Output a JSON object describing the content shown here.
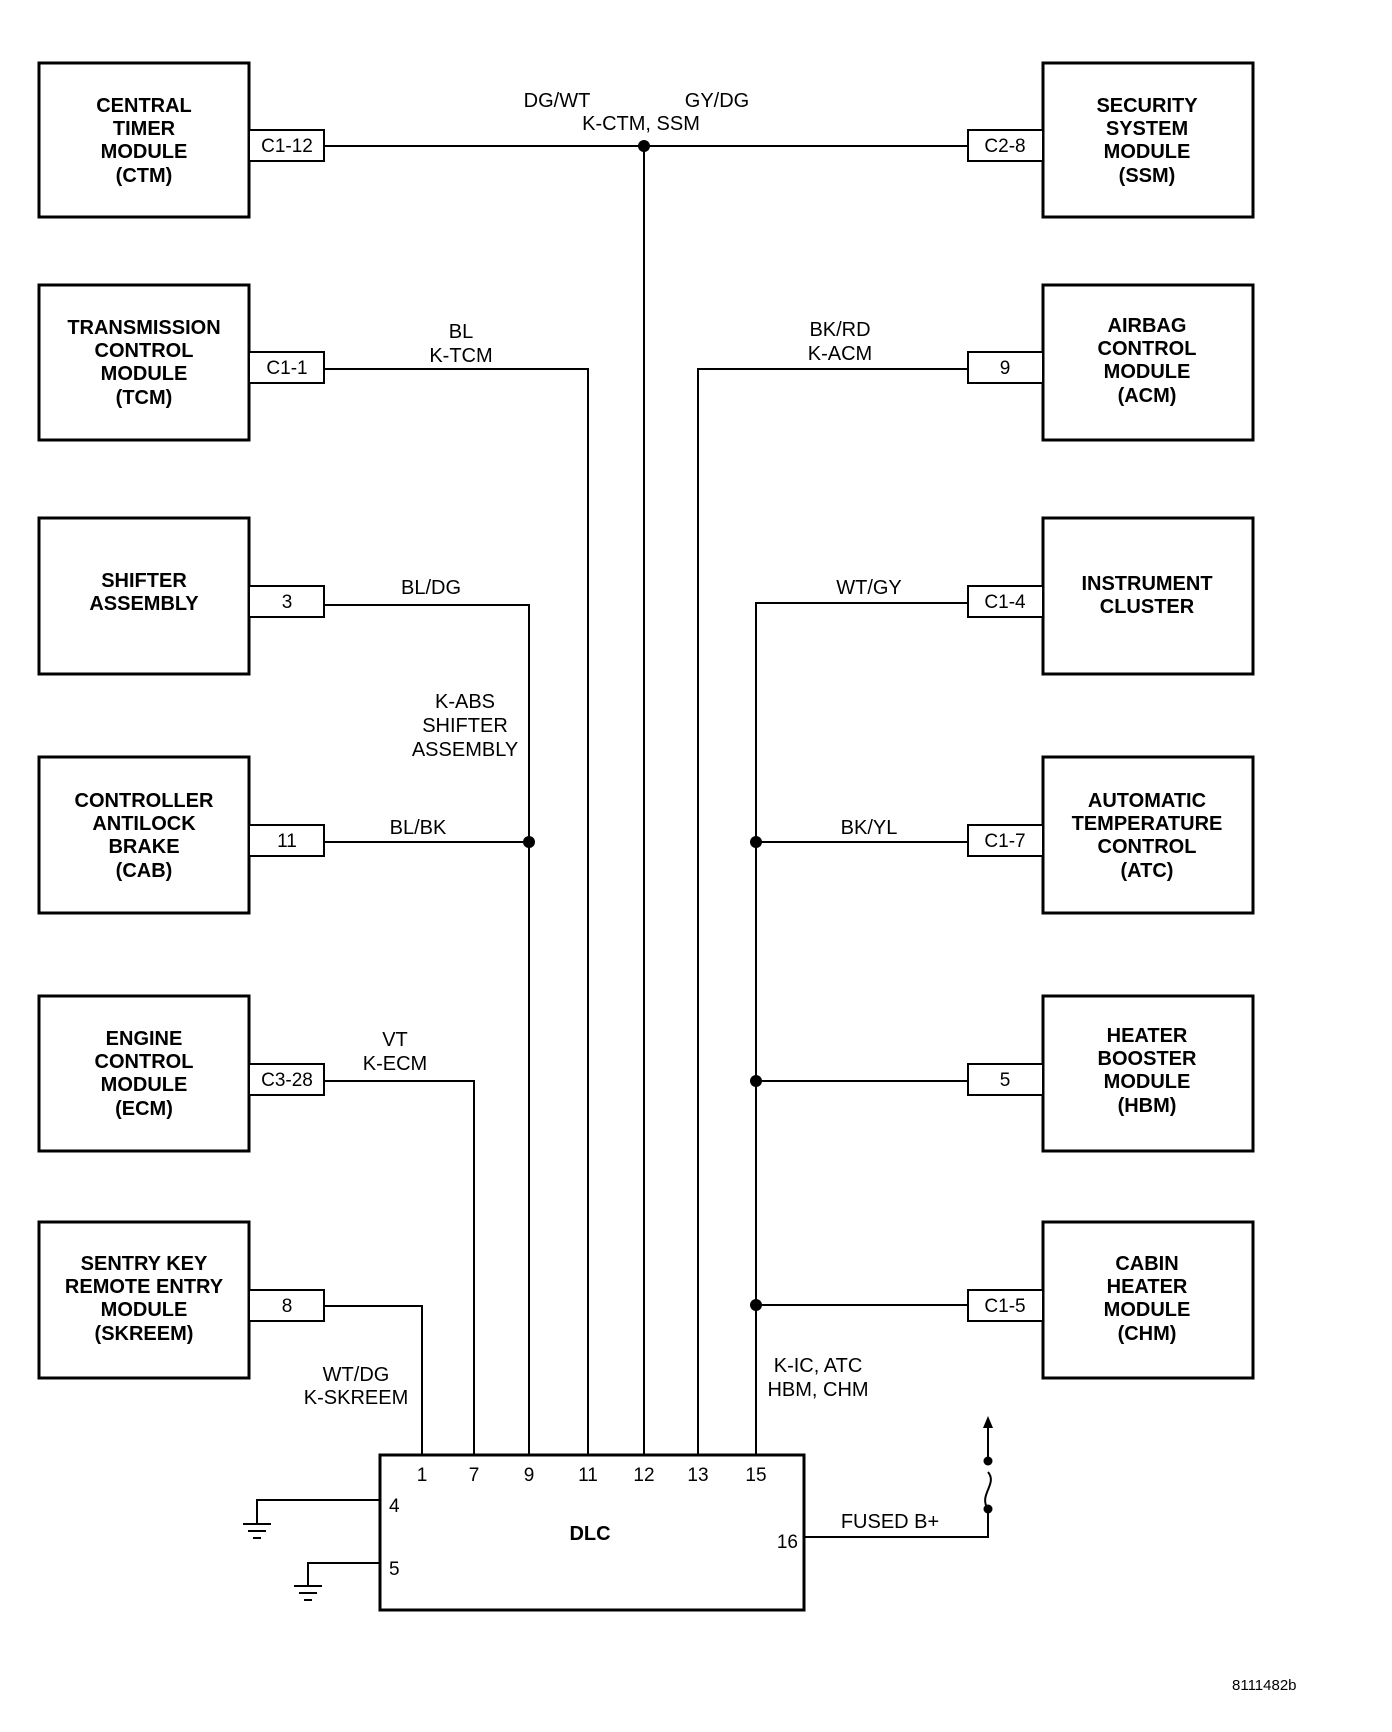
{
  "modules": {
    "ctm": [
      "CENTRAL",
      "TIMER",
      "MODULE",
      "(CTM)"
    ],
    "tcm": [
      "TRANSMISSION",
      "CONTROL",
      "MODULE",
      "(TCM)"
    ],
    "shifter": [
      "SHIFTER",
      "ASSEMBLY"
    ],
    "cab": [
      "CONTROLLER",
      "ANTILOCK",
      "BRAKE",
      "(CAB)"
    ],
    "ecm": [
      "ENGINE",
      "CONTROL",
      "MODULE",
      "(ECM)"
    ],
    "skreem": [
      "SENTRY KEY",
      "REMOTE ENTRY",
      "MODULE",
      "(SKREEM)"
    ],
    "ssm": [
      "SECURITY",
      "SYSTEM",
      "MODULE",
      "(SSM)"
    ],
    "acm": [
      "AIRBAG",
      "CONTROL",
      "MODULE",
      "(ACM)"
    ],
    "ic": [
      "INSTRUMENT",
      "CLUSTER"
    ],
    "atc": [
      "AUTOMATIC",
      "TEMPERATURE",
      "CONTROL",
      "(ATC)"
    ],
    "hbm": [
      "HEATER",
      "BOOSTER",
      "MODULE",
      "(HBM)"
    ],
    "chm": [
      "CABIN",
      "HEATER",
      "MODULE",
      "(CHM)"
    ]
  },
  "connectors": {
    "ctm": "C1-12",
    "tcm": "C1-1",
    "shifter": "3",
    "cab": "11",
    "ecm": "C3-28",
    "skreem": "8",
    "ssm": "C2-8",
    "acm": "9",
    "ic": "C1-4",
    "atc": "C1-7",
    "hbm": "5",
    "chm": "C1-5"
  },
  "wires": {
    "ctm_color": "DG/WT",
    "ssm_color": "GY/DG",
    "ctm_ssm_circuit": "K-CTM, SSM",
    "tcm_color": "BL",
    "tcm_circuit": "K-TCM",
    "acm_color": "BK/RD",
    "acm_circuit": "K-ACM",
    "shifter_color": "BL/DG",
    "ic_color": "WT/GY",
    "abs_circuit": [
      "K-ABS",
      "SHIFTER",
      "ASSEMBLY"
    ],
    "cab_color": "BL/BK",
    "atc_color": "BK/YL",
    "ecm_color": "VT",
    "ecm_circuit": "K-ECM",
    "skreem_color": "WT/DG",
    "skreem_circuit": "K-SKREEM",
    "ic_circuit": [
      "K-IC, ATC",
      "HBM, CHM"
    ],
    "fused": "FUSED B+"
  },
  "dlc": {
    "label": "DLC",
    "top_pins": [
      "1",
      "7",
      "9",
      "11",
      "12",
      "13",
      "15"
    ],
    "left_pins": [
      "4",
      "5"
    ],
    "right_pin": "16"
  },
  "figure_code": "8111482b"
}
